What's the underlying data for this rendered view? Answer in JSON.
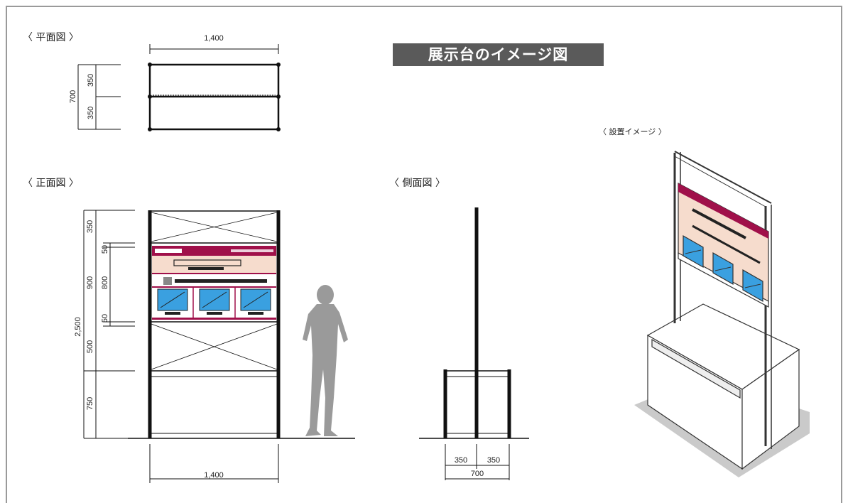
{
  "header": {
    "title": "展示台のイメージ図"
  },
  "views": {
    "plan": "〈 平面図 〉",
    "front": "〈 正面図 〉",
    "side": "〈 側面図 〉",
    "install": "〈 設置イメージ 〉"
  },
  "dims": {
    "plan_width": "1,400",
    "plan_depth": "700",
    "plan_half_a": "350",
    "plan_half_b": "350",
    "front_total_h": "2,500",
    "front_top": "350",
    "front_panel": "900",
    "front_panel_in": "800",
    "front_margin_top": "50",
    "front_margin_bot": "50",
    "front_mid": "500",
    "front_base": "750",
    "front_width": "1,400",
    "side_a": "350",
    "side_b": "350",
    "side_total": "700"
  },
  "colors": {
    "accent": "#a0104a",
    "panel_band": "#f6dccd",
    "screen": "#3aa0e0",
    "figure": "#9a9a9a"
  }
}
